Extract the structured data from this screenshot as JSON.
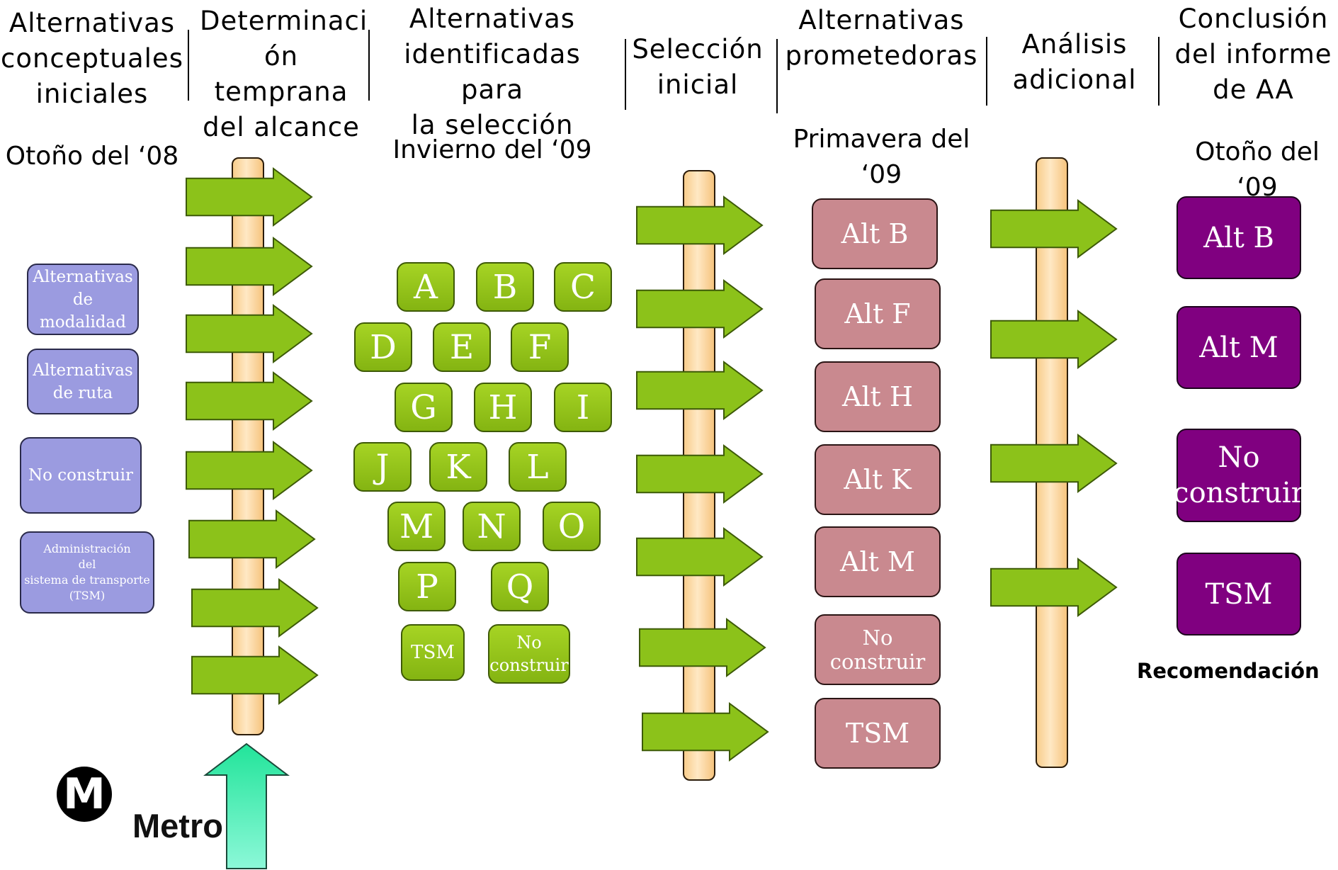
{
  "headers": [
    "Alternativas\nconceptuales\niniciales",
    "Determinaci\nón\ntemprana\ndel alcance",
    "Alternativas\nidentificadas para\nla selección",
    "Selección\ninicial",
    "Alternativas\nprometedoras",
    "Análisis\nadicional",
    "Conclusión\ndel informe\nde AA"
  ],
  "dates": {
    "fall_08": "Otoño del ‘08",
    "winter_09": "Invierno del ‘09",
    "spring_09": "Primavera del\n‘09",
    "fall_09": "Otoño del\n‘09"
  },
  "conceptual": [
    "Alternativas\nde\nmodalidad",
    "Alternativas\nde ruta",
    "No construir",
    "Administración\ndel\nsistema de transporte\n(TSM)"
  ],
  "identified": [
    "A",
    "B",
    "C",
    "D",
    "E",
    "F",
    "G",
    "H",
    "I",
    "J",
    "K",
    "L",
    "M",
    "N",
    "O",
    "P",
    "Q",
    "TSM",
    "No\nconstruir"
  ],
  "promising": [
    "Alt B",
    "Alt F",
    "Alt H",
    "Alt K",
    "Alt M",
    "No construir",
    "TSM"
  ],
  "final": [
    "Alt B",
    "Alt M",
    "No\nconstruir",
    "TSM"
  ],
  "recommendation_label": "Recomendación",
  "logo": {
    "symbol": "M",
    "wordmark": "Metro"
  },
  "colors": {
    "arrow_green": "#8cc21a",
    "post": "#f8cd8c",
    "conceptual_box": "#9b9be0",
    "alt_box": "#9acb1c",
    "promising_box": "#c9898f",
    "final_box": "#800080",
    "input_arrow": "#4ff0b4"
  }
}
